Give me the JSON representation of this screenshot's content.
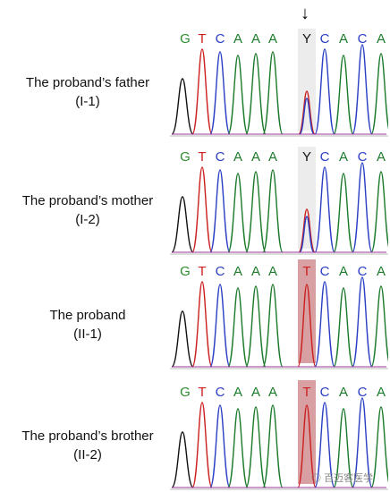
{
  "arrow": "↓",
  "colors": {
    "G": "#2e8b2e",
    "T": "#cc1f1f",
    "C": "#2a3ec4",
    "A": "#1a7a2a",
    "N": "#111111"
  },
  "panels": [
    {
      "label": "The proband’s father",
      "sub": "(I-1)",
      "bases": [
        "G",
        "T",
        "C",
        "A",
        "A",
        "A",
        "Y",
        "C",
        "A",
        "C",
        "A"
      ],
      "highlight": "grey"
    },
    {
      "label": "The proband’s mother",
      "sub": "(I-2)",
      "bases": [
        "G",
        "T",
        "C",
        "A",
        "A",
        "A",
        "Y",
        "C",
        "A",
        "C",
        "A"
      ],
      "highlight": "grey"
    },
    {
      "label": "The proband",
      "sub": "(II-1)",
      "bases": [
        "G",
        "T",
        "C",
        "A",
        "A",
        "A",
        "T",
        "C",
        "A",
        "C",
        "A"
      ],
      "highlight": "red"
    },
    {
      "label": "The proband’s brother",
      "sub": "(II-2)",
      "bases": [
        "G",
        "T",
        "C",
        "A",
        "A",
        "A",
        "T",
        "C",
        "A",
        "C",
        "A"
      ],
      "highlight": "red"
    }
  ],
  "watermark": "百迈客医学"
}
